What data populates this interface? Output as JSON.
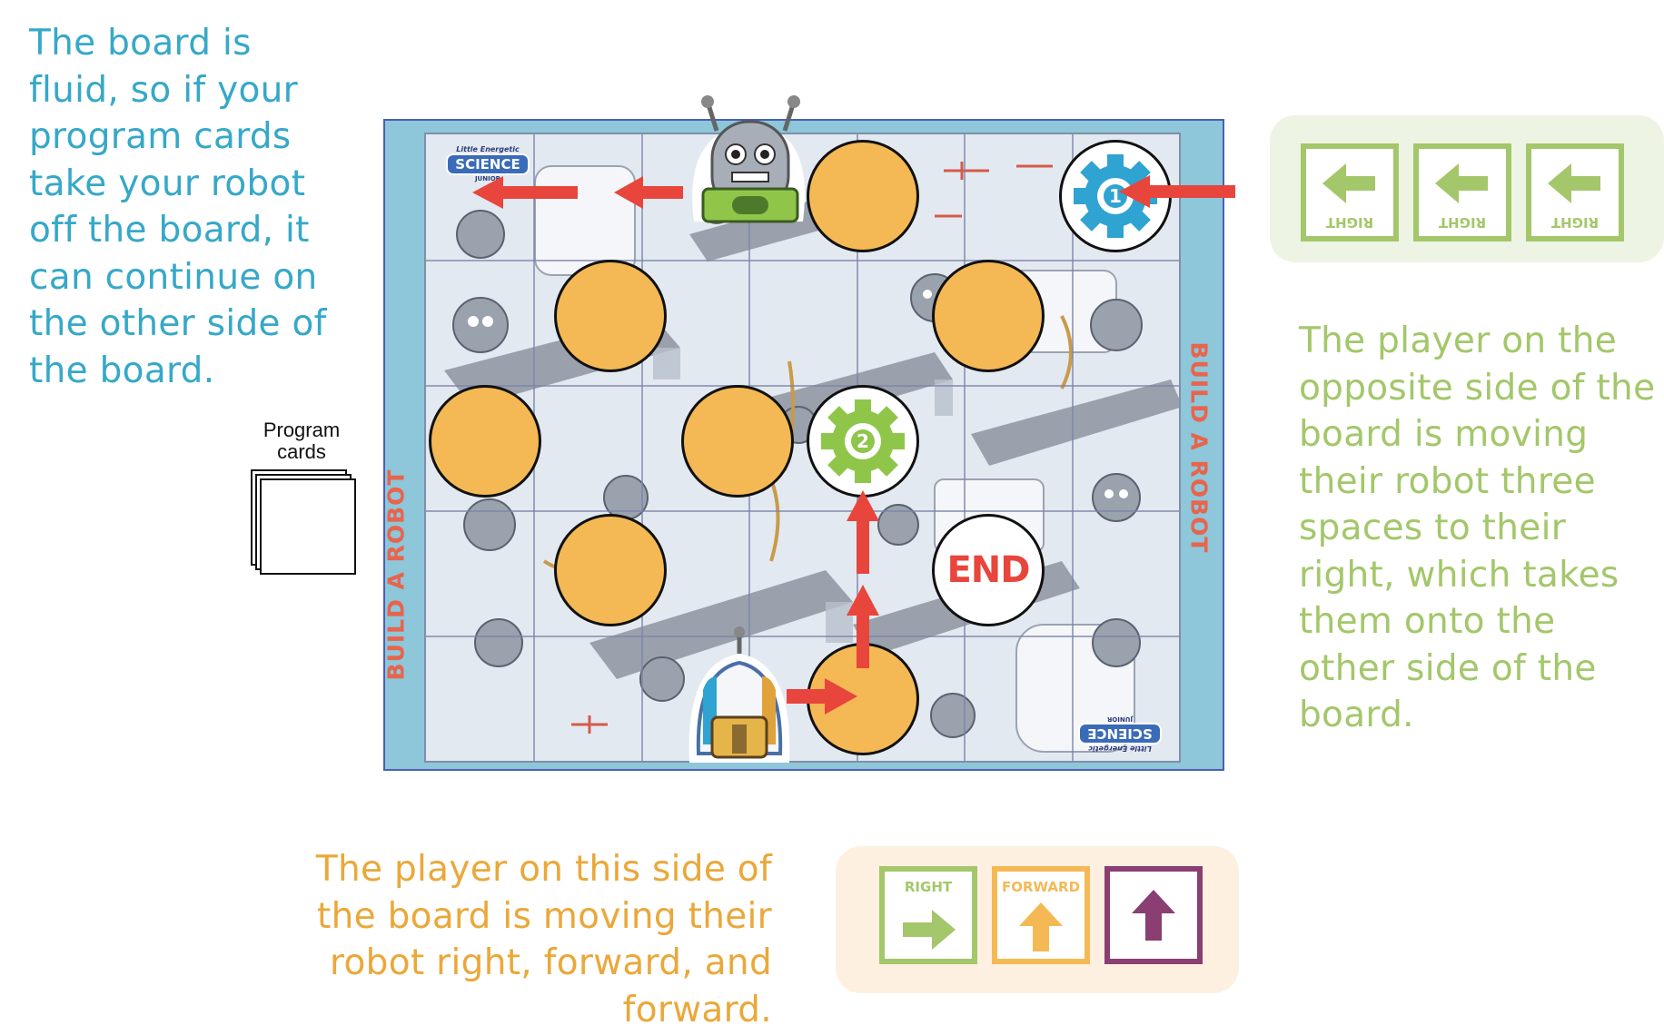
{
  "notes": {
    "left": "The board is fluid, so if your program cards take your robot off the board, it can continue on the other side of the board.",
    "right": "The player on the opposite side of the board is moving their robot three spaces to their right, which takes them onto the other side of the board.",
    "bottom": "The player on this side of the board is moving their robot right, forward, and forward."
  },
  "deck": {
    "label": "Program cards"
  },
  "board": {
    "side_title": "BUILD A ROBOT",
    "logo_small": "Little Energetic",
    "logo_big": "SCIENCE",
    "logo_tiny": "JUNIOR",
    "end_label": "END",
    "gear_1": "1",
    "gear_2": "2",
    "grid_cols": 7,
    "grid_rows": 5
  },
  "cards_right": [
    {
      "label": "RIGHT",
      "icon": "arrow-left-icon",
      "rotation": "upside-down"
    },
    {
      "label": "RIGHT",
      "icon": "arrow-left-icon",
      "rotation": "upside-down"
    },
    {
      "label": "RIGHT",
      "icon": "arrow-left-icon",
      "rotation": "upside-down"
    }
  ],
  "cards_bottom": [
    {
      "label": "RIGHT",
      "icon": "arrow-right-icon"
    },
    {
      "label": "FORWARD",
      "icon": "arrow-up-icon"
    },
    {
      "label": "",
      "icon": "arrow-up-icon"
    }
  ],
  "colors": {
    "note_left": "#36a8c8",
    "note_right": "#a3c76a",
    "note_bottom": "#eaa83a",
    "space_fill": "#f4b955",
    "move_arrow": "#e8453c",
    "gear_blue": "#2fa3d1",
    "gear_green": "#8fc64a",
    "card_green": "#a3c76a",
    "card_orange": "#f4b955",
    "card_purple": "#8a3e72",
    "board_frame": "#8ec6da"
  }
}
